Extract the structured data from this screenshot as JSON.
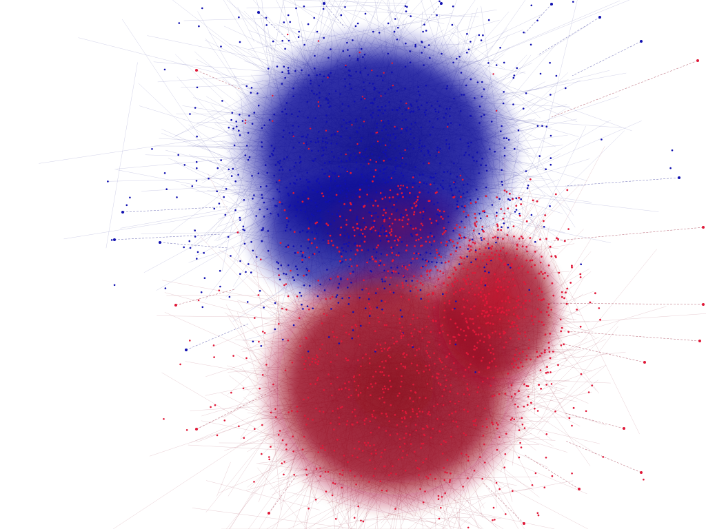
{
  "image": {
    "subject": "network-graph",
    "background": "#ffffff",
    "communities": [
      {
        "name": "blue",
        "node_color": "#1010b0",
        "edge_color": "#1a1a8c"
      },
      {
        "name": "red",
        "node_color": "#e01838",
        "edge_color": "#8c0a22"
      }
    ]
  }
}
